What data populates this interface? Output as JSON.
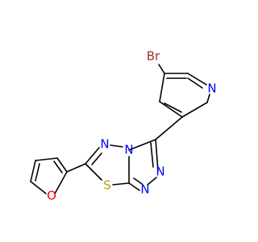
{
  "molecule": {
    "atoms": {
      "bromine": "Br",
      "pyridine_nitrogen": "N",
      "thiadiazole_nitrogen": "N",
      "bridgehead_nitrogen": "N",
      "triazole_nitrogen_upper": "N",
      "triazole_nitrogen_lower": "N",
      "furan_oxygen": "O",
      "sulfur": "S"
    },
    "colors": {
      "bromine": "#a52a2a",
      "nitrogen": "#0000ff",
      "oxygen": "#ff0000",
      "sulfur": "#b8a000",
      "bond": "#000000"
    }
  }
}
